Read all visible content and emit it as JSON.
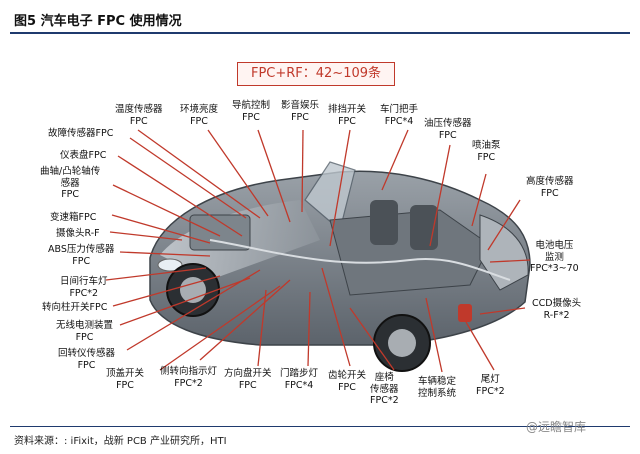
{
  "header": {
    "title": "图5  汽车电子 FPC 使用情况"
  },
  "badge": {
    "text": "FPC+RF：42~109条"
  },
  "labels": {
    "temp": "温度传感器\nFPC",
    "env_light": "环境亮度\nFPC",
    "nav": "导航控制\nFPC",
    "media": "影音娱乐\nFPC",
    "wiper": "排挡开关\nFPC",
    "door_handle": "车门把手\nFPC*4",
    "fault": "故障传感器FPC",
    "oil_press": "油压传感器\nFPC",
    "instrument": "仪表盘FPC",
    "injector": "喷油泵\nFPC",
    "camshaft": "曲轴/凸轮轴传\n感器\nFPC",
    "height": "高度传感器\nFPC",
    "gearbox": "变速箱FPC",
    "camera_rf": "摄像头R-F",
    "abs": "ABS压力传感器\nFPC",
    "battery": "电池电压\n监测\nFPC*3~70",
    "daylight": "日间行车灯\nFPC*2",
    "turn_col": "转向柱开关FPC",
    "ccd": "CCD摄像头\nR-F*2",
    "wireless": "无线电测装置\nFPC",
    "rev_sensor": "回转仪传感器\nFPC",
    "top_switch": "顶盖开关\nFPC",
    "turn_light": "侧转向指示灯\nFPC*2",
    "steer_switch": "方向盘开关\nFPC",
    "step_light": "门踏步灯\nFPC*4",
    "gear_switch": "齿轮开关\nFPC",
    "seat": "座椅\n传感器\nFPC*2",
    "stability": "车辆稳定\n控制系统",
    "tail": "尾灯\nFPC*2"
  },
  "footer": {
    "source": "资料来源：: iFixit，战新 PCB 产业研究所，HTI",
    "watermark": "@远瞻智库"
  },
  "colors": {
    "leader": "#c0392b",
    "rule": "#1f3a6e"
  }
}
